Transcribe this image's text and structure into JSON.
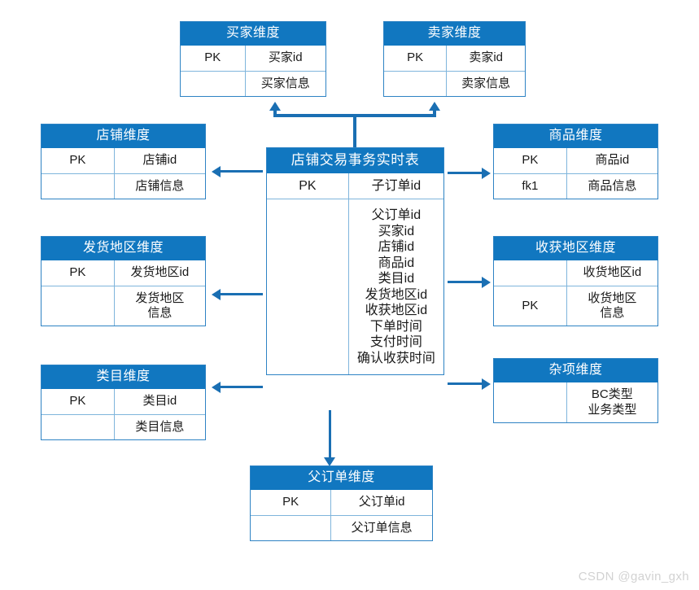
{
  "diagram": {
    "title_watermark": "CSDN @gavin_gxh",
    "accent_header": "#1177c0",
    "accent_line": "#1a6fb3",
    "border_color": "#2e83c4"
  },
  "tables": {
    "buyer": {
      "header": "买家维度",
      "rows": [
        {
          "key": "PK",
          "value": "买家id"
        },
        {
          "key": "",
          "value": "买家信息"
        }
      ]
    },
    "seller": {
      "header": "卖家维度",
      "rows": [
        {
          "key": "PK",
          "value": "卖家id"
        },
        {
          "key": "",
          "value": "卖家信息"
        }
      ]
    },
    "shop": {
      "header": "店铺维度",
      "rows": [
        {
          "key": "PK",
          "value": "店铺id"
        },
        {
          "key": "",
          "value": "店铺信息"
        }
      ]
    },
    "ship_region": {
      "header": "发货地区维度",
      "rows": [
        {
          "key": "PK",
          "value": "发货地区id"
        },
        {
          "key": "",
          "value": "发货地区\n信息"
        }
      ]
    },
    "category": {
      "header": "类目维度",
      "rows": [
        {
          "key": "PK",
          "value": "类目id"
        },
        {
          "key": "",
          "value": "类目信息"
        }
      ]
    },
    "item": {
      "header": "商品维度",
      "rows": [
        {
          "key": "PK",
          "value": "商品id"
        },
        {
          "key": "fk1",
          "value": "商品信息"
        }
      ]
    },
    "receive_region": {
      "header": "收获地区维度",
      "rows": [
        {
          "key": "",
          "value": "收货地区id"
        },
        {
          "key": "PK",
          "value": "收货地区\n信息"
        }
      ]
    },
    "misc": {
      "header": "杂项维度",
      "rows": [
        {
          "key": "",
          "value": "BC类型\n业务类型"
        }
      ]
    },
    "parent_order": {
      "header": "父订单维度",
      "rows": [
        {
          "key": "PK",
          "value": "父订单id"
        },
        {
          "key": "",
          "value": "父订单信息"
        }
      ]
    },
    "fact": {
      "header": "店铺交易事务实时表",
      "pk_key": "PK",
      "pk_value": "子订单id",
      "attrs_key": "",
      "attributes": [
        "父订单id",
        "买家id",
        "店铺id",
        "商品id",
        "类目id",
        "发货地区id",
        "收获地区id",
        "下单时间",
        "支付时间",
        "确认收获时间"
      ]
    }
  }
}
